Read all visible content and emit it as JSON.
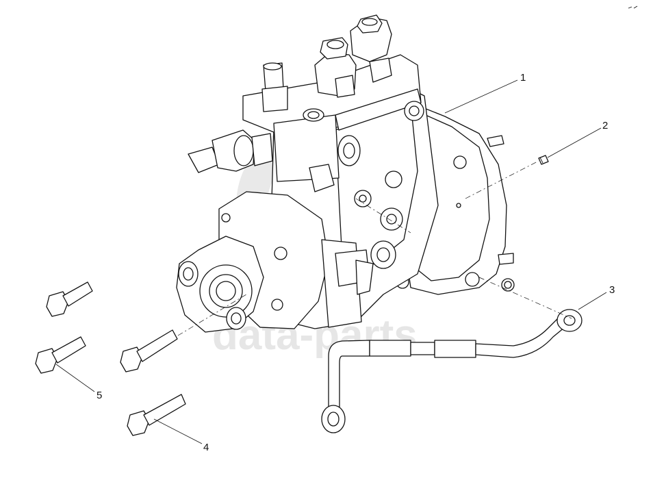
{
  "callouts": {
    "c1": "1",
    "c2": "2",
    "c3": "3",
    "c4": "4",
    "c5": "5"
  },
  "watermark": {
    "text": "data-parts",
    "color": "#e9e9e9"
  },
  "colors": {
    "ink": "#111111",
    "background": "#ffffff"
  },
  "parts": [
    "injection-pump",
    "plug",
    "fuel-pipe",
    "bolt",
    "bolt"
  ]
}
